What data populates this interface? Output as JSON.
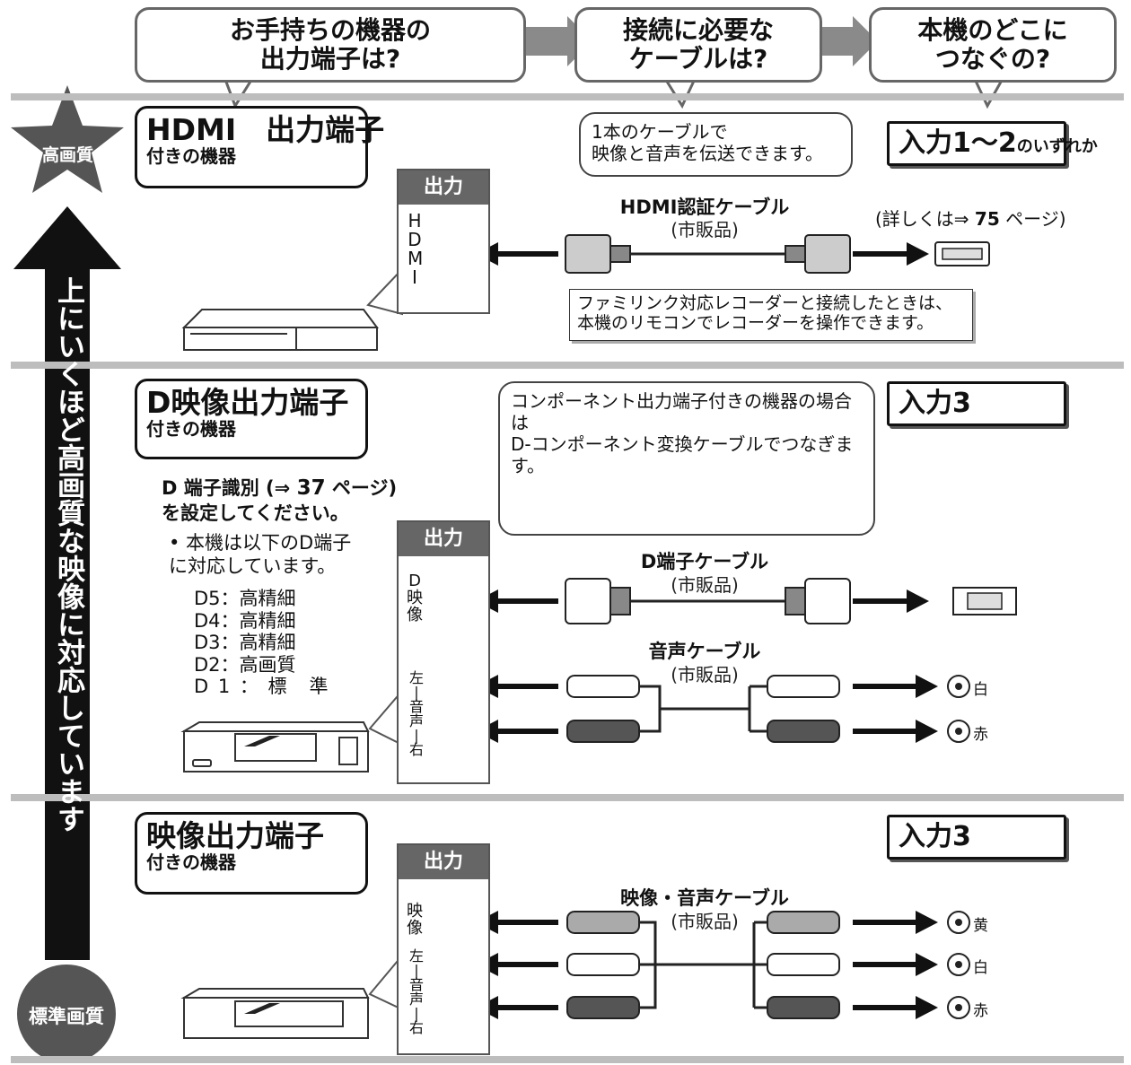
{
  "headers": [
    {
      "text": "お手持ちの機器の\n出力端子は?"
    },
    {
      "text": "接続に必要な\nケーブルは?"
    },
    {
      "text": "本機のどこに\nつなぐの?"
    }
  ],
  "quality_axis": {
    "top_label": "高画質",
    "bottom_label": "標準画質",
    "arrow_text": "上にいくほど高画質な映像に対応しています"
  },
  "panel_header": "出力",
  "hdmi": {
    "title": "HDMI　出力端子",
    "subtitle": "付きの機器",
    "port_label": "HDMI",
    "bubble": "1本のケーブルで\n映像と音声を伝送できます。",
    "cable_name": "HDMI認証ケーブル",
    "cable_note": "(市販品)",
    "input": "入力1〜2",
    "input_suffix": "のいずれか",
    "ref_prefix": "(詳しくは⇒ ",
    "ref_page": "75",
    "ref_suffix": " ページ)",
    "familink_note": "ファミリンク対応レコーダーと接続したときは、\n本機のリモコンでレコーダーを操作できます。"
  },
  "d_video": {
    "title": "D映像出力端子",
    "subtitle": "付きの機器",
    "id_setting_a": "D 端子識別 (⇒ ",
    "id_setting_page": "37",
    "id_setting_b": " ページ)",
    "id_setting_c": "を設定してください。",
    "support_note": "•  本機は以下のD端子\n    に対応しています。",
    "modes": [
      "D5：高精細",
      "D4：高精細",
      "D3：高精細",
      "D2：高画質",
      "D 1 ： 標　準"
    ],
    "component_bubble": "コンポーネント出力端子付きの機器の場合は\nD-コンポーネント変換ケーブルでつなぎます。",
    "d_cable_name": "D端子ケーブル",
    "d_cable_note": "(市販品)",
    "audio_cable_name": "音声ケーブル",
    "audio_cable_note": "(市販品)",
    "port_d": "D\n映\n像",
    "port_audio": "左\n|\n音\n声\n|\n右",
    "input": "入力3",
    "plug_white": "白",
    "plug_red": "赤"
  },
  "composite": {
    "title": "映像出力端子",
    "subtitle": "付きの機器",
    "cable_name": "映像・音声ケーブル",
    "cable_note": "(市販品)",
    "port_video": "映\n像",
    "port_audio": "左\n|\n音\n声\n|\n右",
    "input": "入力3",
    "plug_yellow": "黄",
    "plug_white": "白",
    "plug_red": "赤"
  },
  "colors": {
    "band": "#bdbdbd",
    "dark": "#4a4a4a",
    "header_border": "#666666"
  }
}
